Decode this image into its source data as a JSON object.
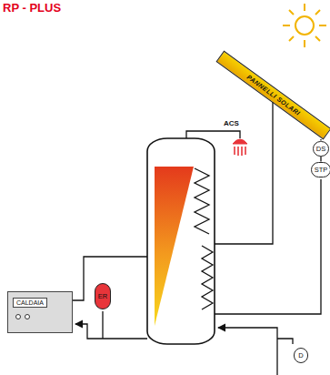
{
  "diagram": {
    "title": "RP - PLUS",
    "nodes": [
      {
        "text": [
          "PANNELLI SOLARI"
        ]
      },
      {
        "text": [
          "DS"
        ]
      },
      {
        "text": [
          "STP"
        ]
      },
      {
        "text": [
          "CALDAIA"
        ]
      },
      {
        "text": [
          "ER"
        ]
      },
      {
        "text": [
          "D"
        ]
      }
    ],
    "edges": [
      {
        "from": 0,
        "to": 1,
        "arrow": "none"
      },
      {
        "from": 1,
        "to": 2,
        "arrow": "none"
      }
    ],
    "labels": [
      "ACS"
    ]
  }
}
